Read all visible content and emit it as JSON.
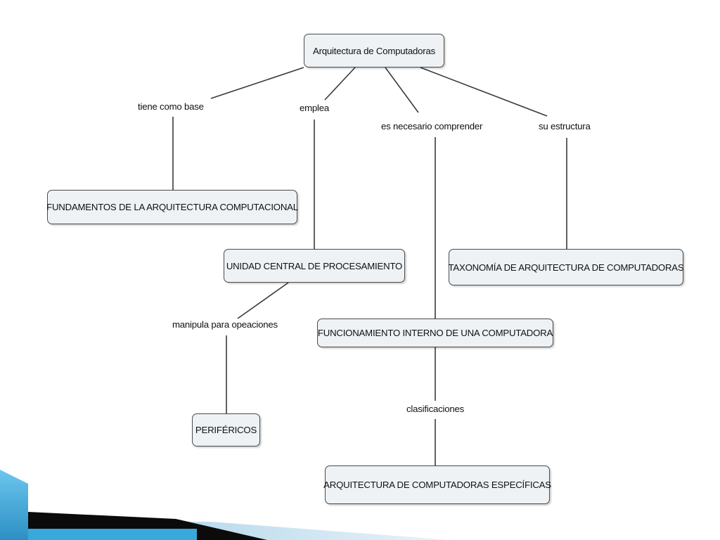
{
  "colors": {
    "node_fill": "#eef2f5",
    "node_border": "#4a4a4a",
    "connector": "#3a3a3a",
    "deco_dark": "#0b0b0b",
    "deco_blue": "#3aa7d8",
    "deco_light": "#cfe3f0"
  },
  "nodes": {
    "root": "Arquitectura de Computadoras",
    "fundamentos": "FUNDAMENTOS DE LA ARQUITECTURA COMPUTACIONAL",
    "ucp": "UNIDAD CENTRAL DE PROCESAMIENTO",
    "taxonomia": "TAXONOMÍA DE ARQUITECTURA DE COMPUTADORAS",
    "funcionamiento": "FUNCIONAMIENTO INTERNO DE UNA COMPUTADORA",
    "perifericos": "PERIFÉRICOS",
    "especificas": "ARQUITECTURA DE COMPUTADORAS ESPECÍFICAS"
  },
  "links": {
    "tiene_como_base": "tiene como base",
    "emplea": "emplea",
    "es_necesario": "es necesario comprender",
    "su_estructura": "su estructura",
    "manipula": "manipula para opeaciones",
    "clasificaciones": "clasificaciones"
  }
}
